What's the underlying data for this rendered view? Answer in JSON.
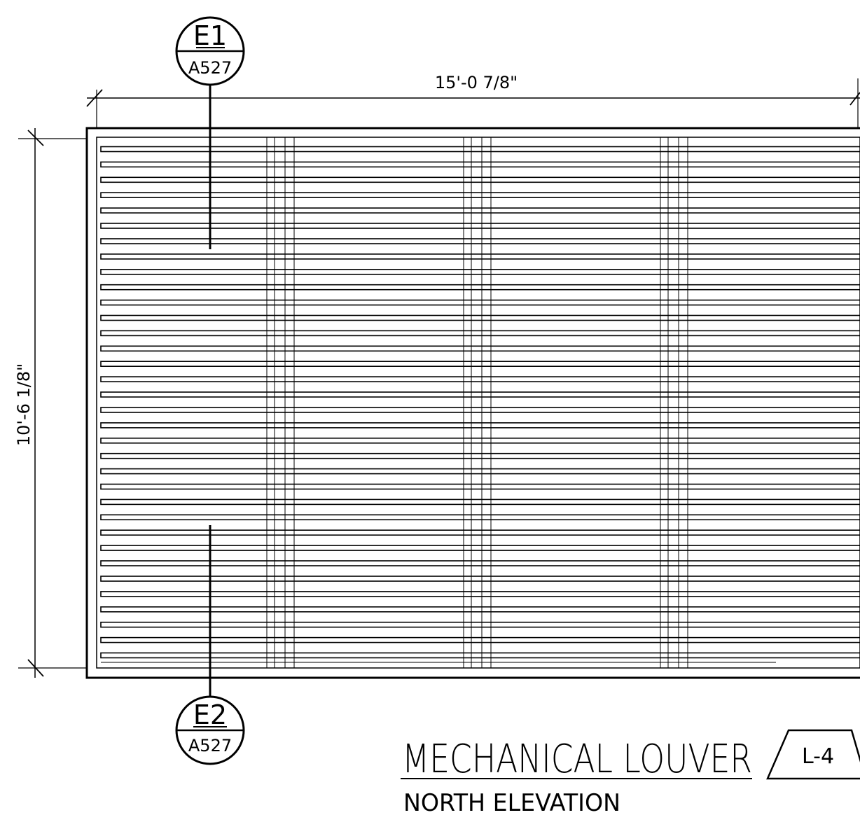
{
  "drawing": {
    "title": "MECHANICAL LOUVER",
    "subtitle": "NORTH ELEVATION",
    "tag": "L-4",
    "dimensions": {
      "width": "15'-0 7/8\"",
      "height": "10'-6 1/8\""
    },
    "section_markers": [
      {
        "id": "E1",
        "sheet": "A527"
      },
      {
        "id": "E2",
        "sheet": "A527"
      }
    ],
    "louver": {
      "blade_count": 34,
      "mullion_groups": 3
    }
  }
}
